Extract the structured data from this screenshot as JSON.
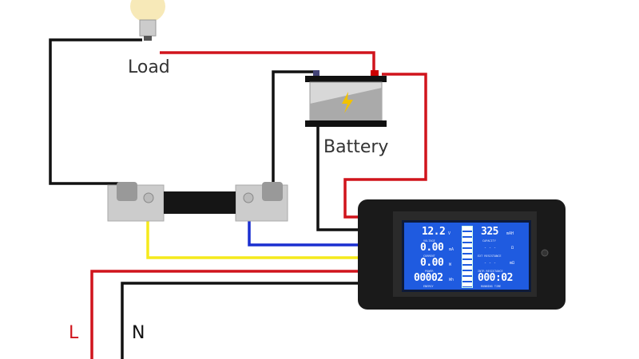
{
  "labels": {
    "load": "Load",
    "battery": "Battery",
    "live": "L",
    "neutral": "N"
  },
  "meter": {
    "voltage": {
      "value": "12.2",
      "unit": "V",
      "label": "VOLTAGE"
    },
    "current": {
      "value": "0.00",
      "unit": "mA",
      "label": "CURRENT"
    },
    "power": {
      "value": "0.00",
      "unit": "W",
      "label": "POWER"
    },
    "energy": {
      "value": "00002",
      "unit": "Wh",
      "label": "ENERGY"
    },
    "capacity": {
      "value": "325",
      "unit": "mAH",
      "label": "CAPACITY"
    },
    "ext_resistance": {
      "value": "- - -",
      "unit": "Ω",
      "label": "EXT RESISTANCE"
    },
    "int_resistance": {
      "value": "- - -",
      "unit": "mΩ",
      "label": "INTR RESISTANCE"
    },
    "running_time": {
      "value": "000:02",
      "label": "RUNNING TIME"
    }
  },
  "colors": {
    "red_wire": "#d0141c",
    "black_wire": "#111111",
    "yellow_wire": "#f5ea1c",
    "blue_wire": "#1a2fd0",
    "lcd": "#1f5be0"
  }
}
